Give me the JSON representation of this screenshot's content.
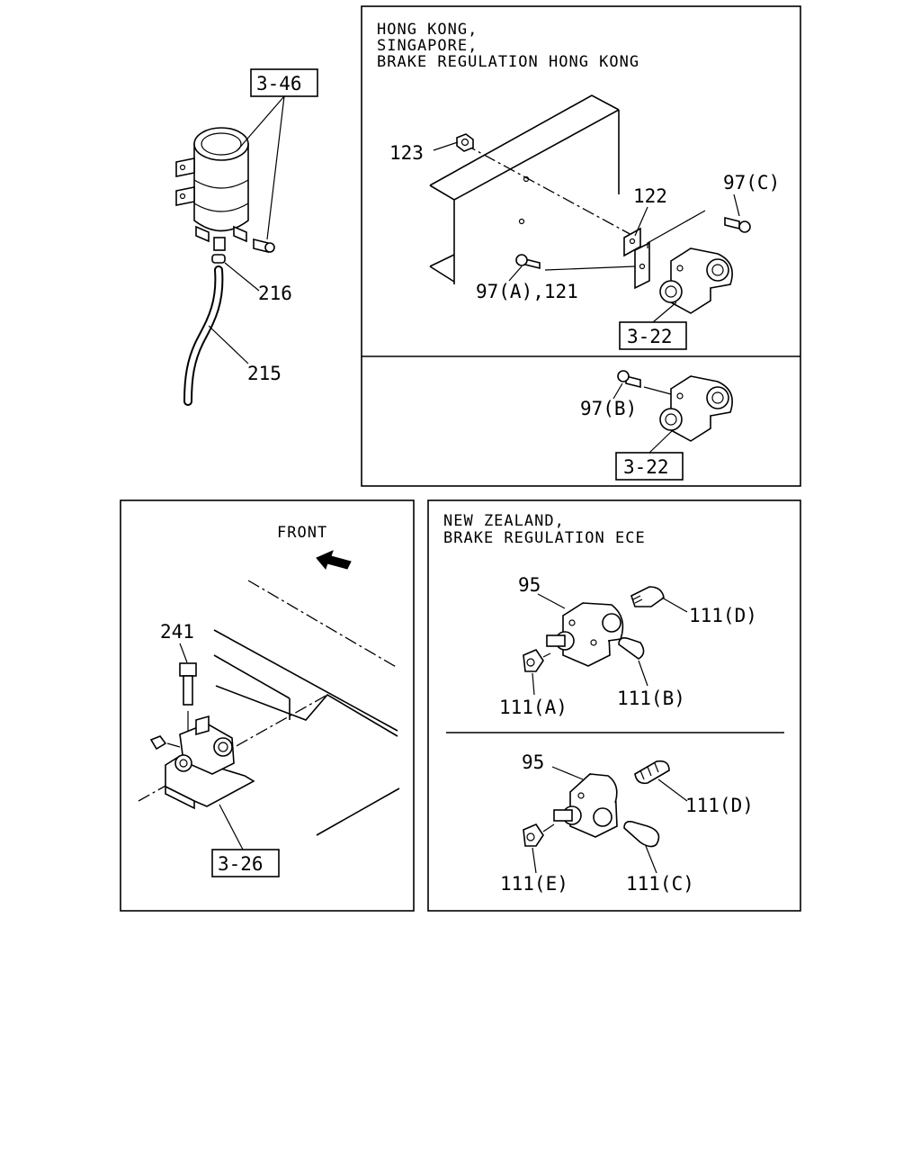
{
  "panels": {
    "top_right": {
      "caption": [
        "HONG KONG,",
        "SINGAPORE,",
        "BRAKE REGULATION HONG KONG"
      ]
    },
    "bottom_right": {
      "caption": [
        "NEW ZEALAND,",
        "BRAKE REGULATION ECE"
      ]
    },
    "bottom_left": {
      "direction_label": "FRONT"
    }
  },
  "callouts": {
    "tank_assy": "3-46",
    "clip": "216",
    "hose": "215",
    "nut_123": "123",
    "bracket_122": "122",
    "bolt_97c": "97(C)",
    "bolt_97a_121": "97(A),121",
    "valve_ref_a": "3-22",
    "bolt_97b": "97(B)",
    "valve_ref_b": "3-22",
    "bolt_241": "241",
    "valve_ref_c": "3-26",
    "valve_95_top": "95",
    "fitting_111d_top": "111(D)",
    "fitting_111a": "111(A)",
    "fitting_111b": "111(B)",
    "valve_95_bottom": "95",
    "fitting_111d_bottom": "111(D)",
    "fitting_111e": "111(E)",
    "fitting_111c": "111(C)"
  },
  "icons": [
    "front-arrow-icon"
  ]
}
